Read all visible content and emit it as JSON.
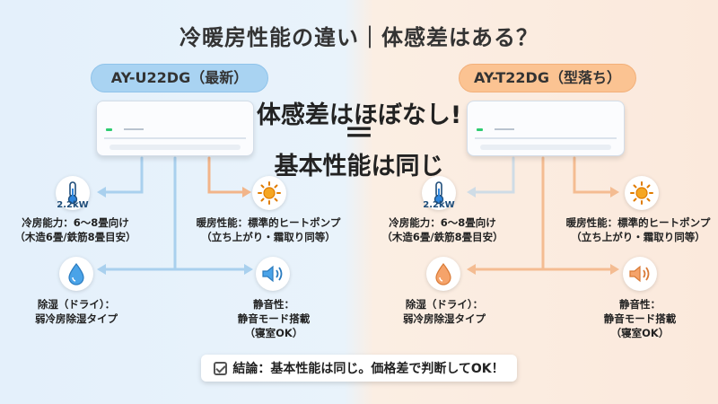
{
  "title": "冷暖房性能の違い｜体感差はある？",
  "left": {
    "model": "AY-U22DG（最新）",
    "power": "2.2kW",
    "cooling": [
      "冷房能力：6〜8畳向け",
      "（木造6畳/鉄筋8畳目安）"
    ],
    "heating": [
      "暖房性能：標準的ヒートポンプ",
      "（立ち上がり・霜取り同等）"
    ],
    "dehumid": [
      "除湿（ドライ）：",
      "弱冷房除湿タイプ"
    ],
    "quiet": [
      "静音性：",
      "静音モード搭載",
      "（寝室OK）"
    ]
  },
  "right": {
    "model": "AY-T22DG（型落ち）",
    "power": "2.2kW",
    "cooling": [
      "冷房能力：6〜8畳向け",
      "（木造6畳/鉄筋8畳目安）"
    ],
    "heating": [
      "暖房性能：標準的ヒートポンプ",
      "（立ち上がり・霜取り同等）"
    ],
    "dehumid": [
      "除湿（ドライ）：",
      "弱冷房除湿タイプ"
    ],
    "quiet": [
      "静音性：",
      "静音モード搭載",
      "（寝室OK）"
    ]
  },
  "headline": {
    "top": "体感差はほぼなし!",
    "equals": "＝",
    "bottom": "基本性能は同じ"
  },
  "conclusion": "結論：基本性能は同じ。価格差で判断してOK！",
  "icons": {
    "power": "thermometer-icon",
    "heating": "sun-icon",
    "dehumid": "water-drop-icon",
    "quiet": "speaker-icon",
    "conclusion": "checkbox-icon"
  },
  "colors": {
    "left_accent": "#8fc3ea",
    "right_accent": "#f4b98a",
    "left_bg": "#e4f0fb",
    "right_bg": "#fbeee3"
  }
}
